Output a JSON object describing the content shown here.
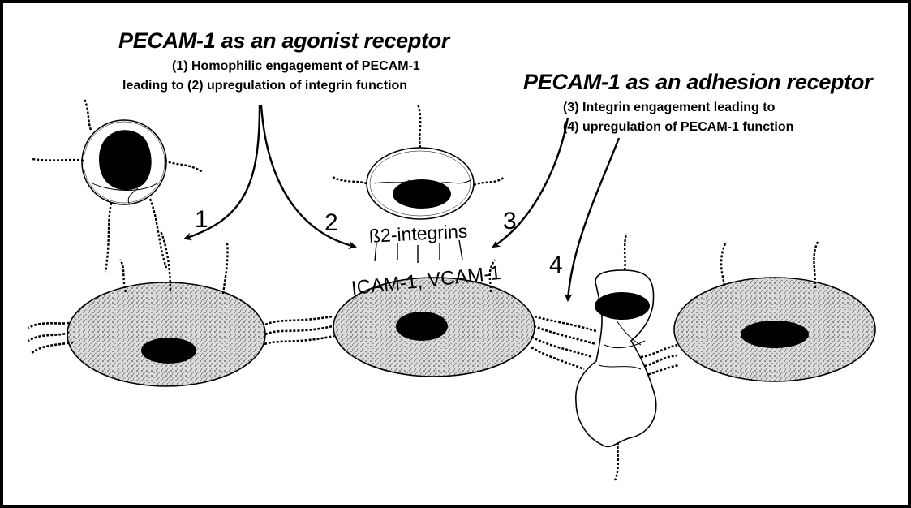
{
  "agonist": {
    "title": "PECAM-1 as an agonist receptor",
    "line1": "(1) Homophilic engagement of PECAM-1",
    "line2": "leading to (2) upregulation of integrin function"
  },
  "adhesion": {
    "title": "PECAM-1 as an adhesion receptor",
    "line1": "(3) Integrin engagement leading to",
    "line2": "(4) upregulation of PECAM-1 function"
  },
  "steps": [
    "1",
    "2",
    "3",
    "4"
  ],
  "labels": {
    "integrins": "ß2-integrins",
    "ligands": "ICAM-1, VCAM-1"
  },
  "colors": {
    "ink": "#000000",
    "stipple_fill": "#d9d9d9",
    "background": "#ffffff"
  }
}
